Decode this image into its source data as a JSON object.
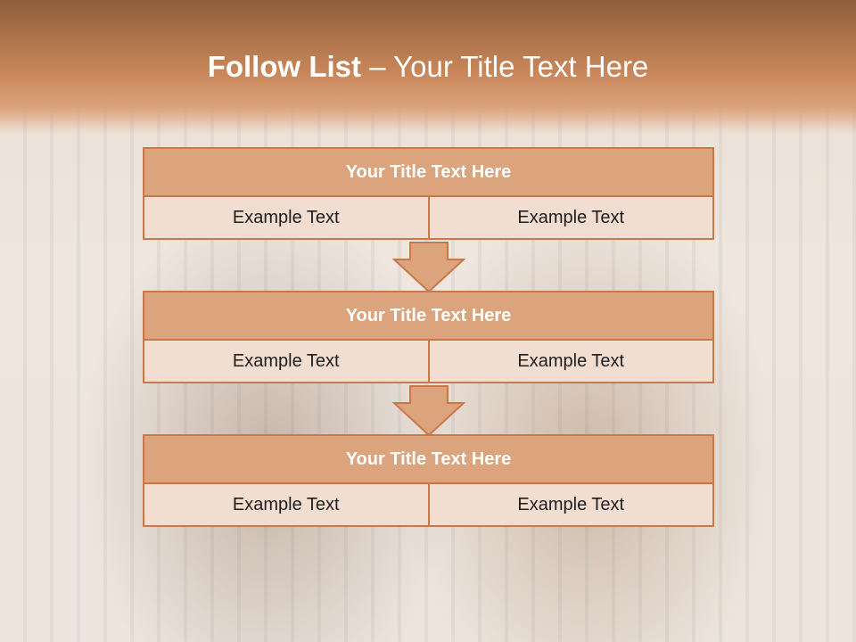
{
  "slide": {
    "title_bold": "Follow List",
    "title_rest": " – Your Title Text Here"
  },
  "steps": [
    {
      "title": "Your Title Text Here",
      "left": "Example Text",
      "right": "Example Text"
    },
    {
      "title": "Your Title Text Here",
      "left": "Example Text",
      "right": "Example Text"
    },
    {
      "title": "Your Title Text Here",
      "left": "Example Text",
      "right": "Example Text"
    }
  ],
  "colors": {
    "accent": "#dca47d",
    "border": "#c9784a",
    "cell_fill": "#f2ddd1"
  }
}
